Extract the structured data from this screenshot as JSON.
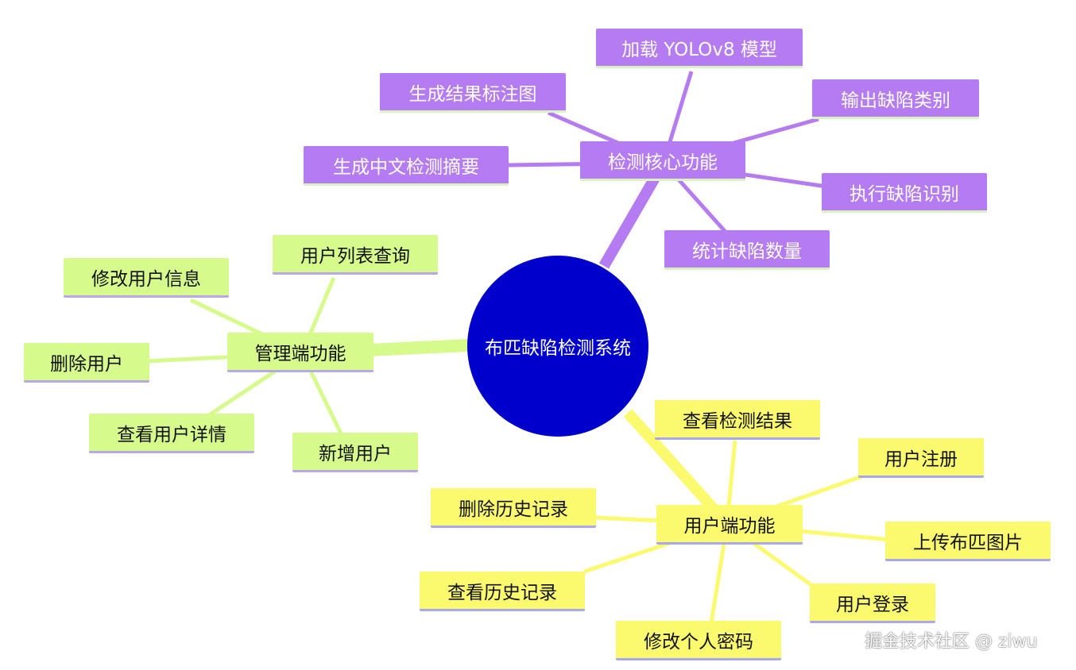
{
  "center": {
    "label": "布匹缺陷检测系统"
  },
  "branches": {
    "detect": {
      "label": "检测核心功能",
      "items": [
        "加载 YOLOv8 模型",
        "生成结果标注图",
        "输出缺陷类别",
        "生成中文检测摘要",
        "执行缺陷识别",
        "统计缺陷数量"
      ]
    },
    "admin": {
      "label": "管理端功能",
      "items": [
        "用户列表查询",
        "修改用户信息",
        "删除用户",
        "查看用户详情",
        "新增用户"
      ]
    },
    "user": {
      "label": "用户端功能",
      "items": [
        "查看检测结果",
        "用户注册",
        "删除历史记录",
        "上传布匹图片",
        "查看历史记录",
        "用户登录",
        "修改个人密码"
      ]
    }
  },
  "colors": {
    "purple": "#b57cf2",
    "green": "#d6fa8c",
    "yellow": "#fbfa6e",
    "center": "#0000cc"
  },
  "watermark": "掘金技术社区 @ ziwu"
}
